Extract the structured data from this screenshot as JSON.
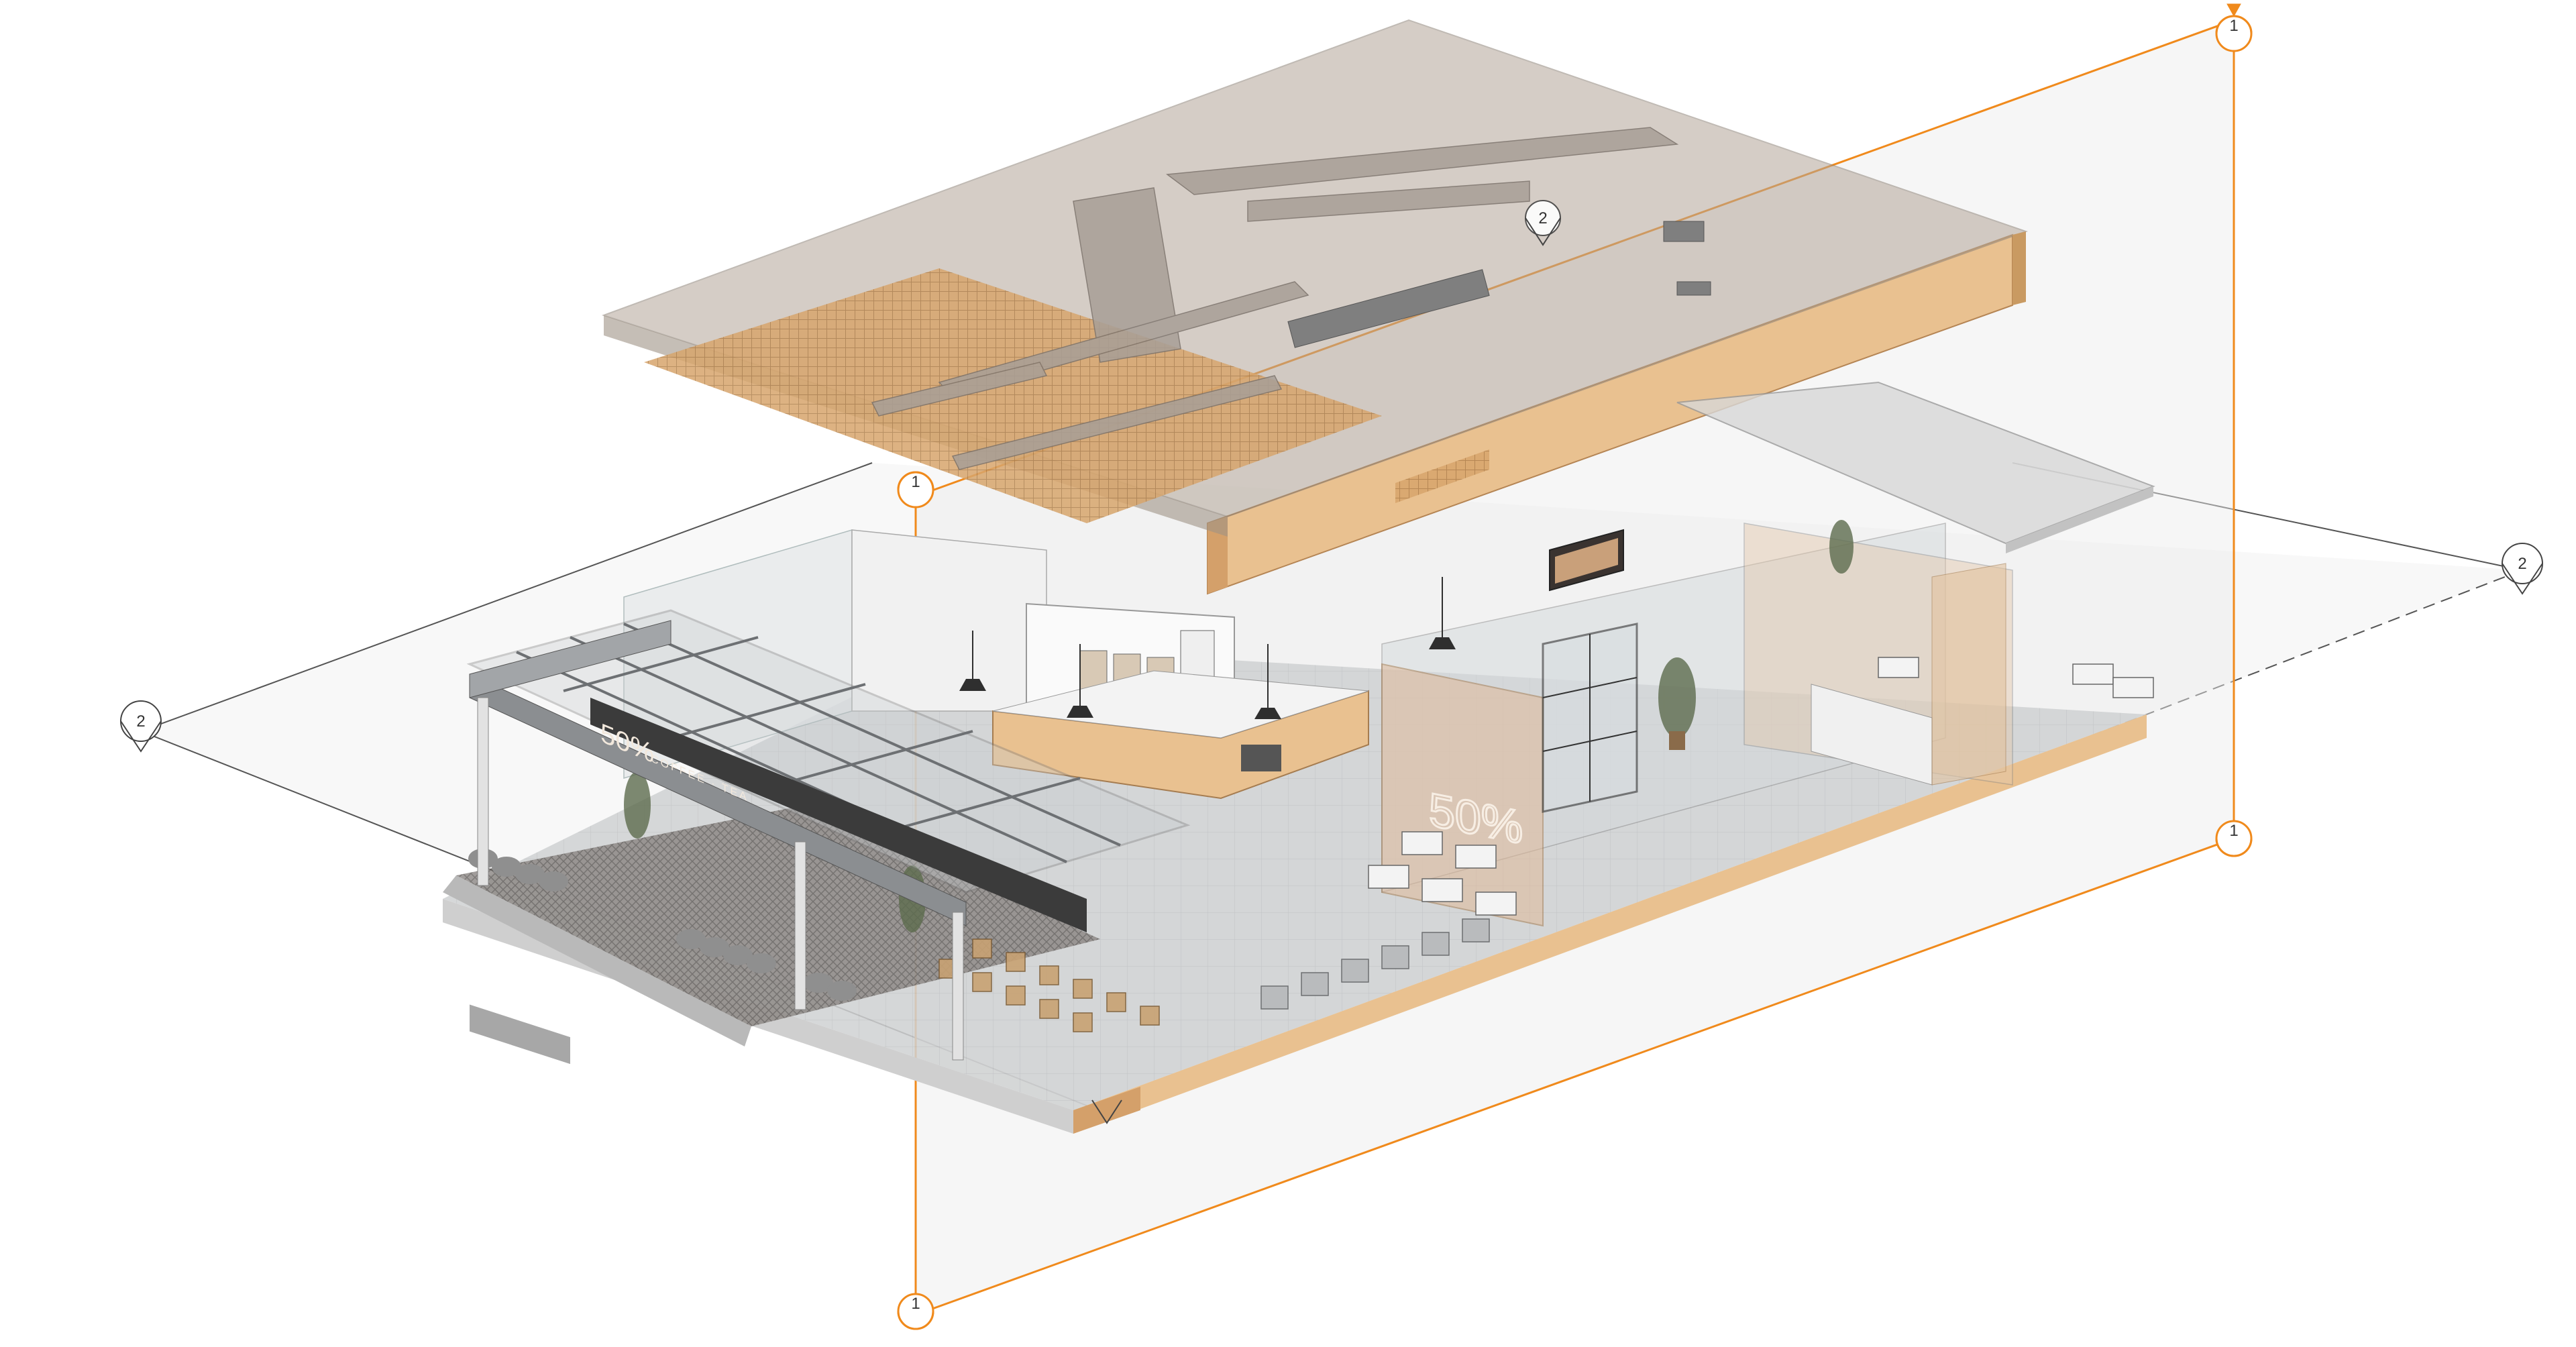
{
  "colors": {
    "section_line": "#f08a1c",
    "wood": "#e9c190",
    "wood_dark": "#c99a62",
    "ceiling_glass": "#b7aa9c",
    "glass": "#d7dcdf",
    "floor": "#d9d9d9",
    "frame": "#7c7f83",
    "outline": "#444444"
  },
  "section_markers": {
    "section_1": "1",
    "section_2": "2"
  },
  "signage": {
    "logo": "50%",
    "coffee_tea": "COFFEE · TEA"
  }
}
